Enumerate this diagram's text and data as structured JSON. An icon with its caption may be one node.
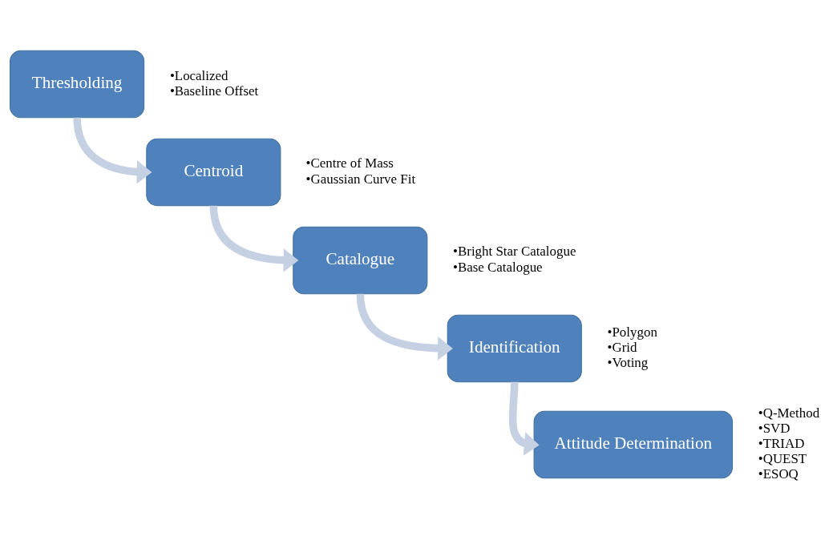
{
  "diagram": {
    "nodes": [
      {
        "text": [
          "Thresholding"
        ],
        "beside": [
          "•Localized",
          "•Baseline Offset"
        ]
      },
      {
        "text": [
          "Centroid"
        ],
        "beside": [
          "•Centre of Mass",
          "•Gaussian Curve Fit"
        ]
      },
      {
        "text": [
          "Catalogue"
        ],
        "beside": [
          "•Bright Star Catalogue",
          "•Base Catalogue"
        ]
      },
      {
        "text": [
          "Identification"
        ],
        "beside": [
          "•Polygon",
          "•Grid",
          "•Voting"
        ]
      },
      {
        "text": [
          "Attitude Determination"
        ],
        "beside": [
          "•Q-Method",
          "•SVD",
          "•TRIAD",
          "•QUEST",
          "•ESOQ"
        ]
      }
    ],
    "edges": [
      {
        "from": 0,
        "to": 1,
        "arrow": "to"
      },
      {
        "from": 1,
        "to": 2,
        "arrow": "to"
      },
      {
        "from": 2,
        "to": 3,
        "arrow": "to"
      },
      {
        "from": 3,
        "to": 4,
        "arrow": "to"
      }
    ]
  }
}
